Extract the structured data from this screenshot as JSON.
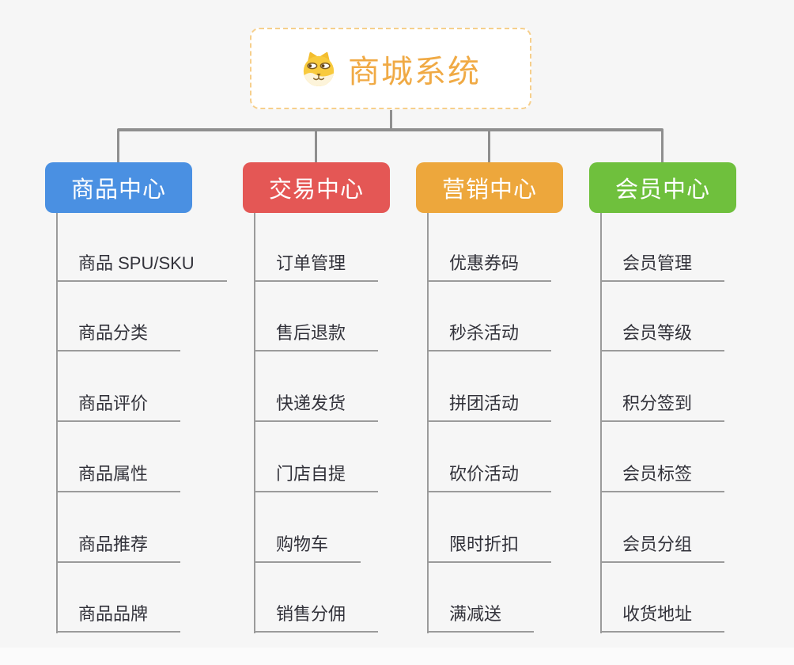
{
  "root": {
    "title": "商城系统",
    "icon": "dog-face-icon"
  },
  "branches": [
    {
      "label": "商品中心",
      "color": "#4a90e2",
      "children": [
        "商品 SPU/SKU",
        "商品分类",
        "商品评价",
        "商品属性",
        "商品推荐",
        "商品品牌"
      ]
    },
    {
      "label": "交易中心",
      "color": "#e45755",
      "children": [
        "订单管理",
        "售后退款",
        "快递发货",
        "门店自提",
        "购物车",
        "销售分佣"
      ]
    },
    {
      "label": "营销中心",
      "color": "#eda73c",
      "children": [
        "优惠券码",
        "秒杀活动",
        "拼团活动",
        "砍价活动",
        "限时折扣",
        "满减送"
      ]
    },
    {
      "label": "会员中心",
      "color": "#6fc03d",
      "children": [
        "会员管理",
        "会员等级",
        "积分签到",
        "会员标签",
        "会员分组",
        "收货地址"
      ]
    }
  ],
  "colors": {
    "title": "#f0aa45",
    "root_border": "#f6cf8c",
    "connector": "#8f8f8f",
    "underline": "#9b9b9b",
    "leaf_text": "#32323a",
    "background": "#f6f6f6"
  }
}
